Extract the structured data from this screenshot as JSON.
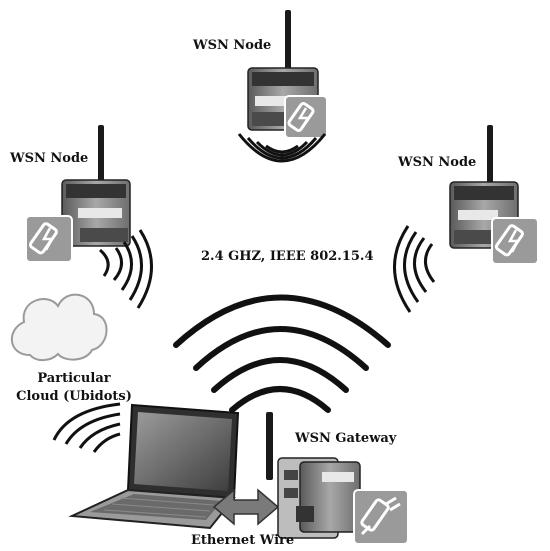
{
  "nodes": {
    "top": {
      "label": "WSN Node"
    },
    "left": {
      "label": "WSN Node"
    },
    "right": {
      "label": "WSN Node"
    }
  },
  "link": {
    "label": "2.4 GHZ, IEEE 802.15.4"
  },
  "cloud": {
    "label_line1": "Particular",
    "label_line2": "Cloud (Ubidots)"
  },
  "gateway": {
    "label": "WSN Gateway"
  },
  "connection": {
    "label": "Ethernet Wire"
  },
  "colors": {
    "ink": "#111111",
    "device_body": "#8f8f8f",
    "device_light": "#d9d9d9",
    "badge": "#9a9a9a",
    "cloud_fill": "#f3f3f3"
  }
}
